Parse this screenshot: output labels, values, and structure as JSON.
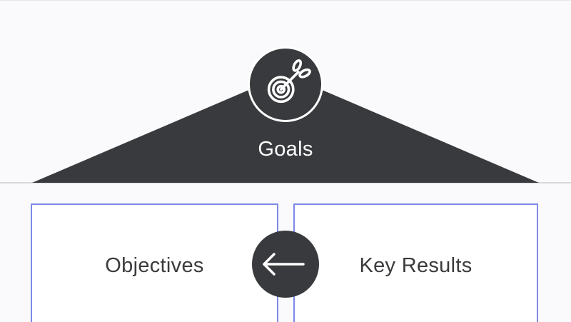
{
  "colors": {
    "background": "#fafafc",
    "dark_shape": "#393a3d",
    "box_border": "#7d89e6",
    "box_fill": "#ffffff",
    "label_dark": "#3b3b3e",
    "label_light": "#ffffff",
    "divider": "#d8d8db",
    "top_edge": "#e7e7ea"
  },
  "diagram": {
    "goal": {
      "label": "Goals",
      "icon": "target-dart-icon"
    },
    "left_box": {
      "label": "Objectives"
    },
    "right_box": {
      "label": "Key Results"
    },
    "connector": {
      "icon": "arrow-left-icon",
      "direction": "left"
    }
  }
}
